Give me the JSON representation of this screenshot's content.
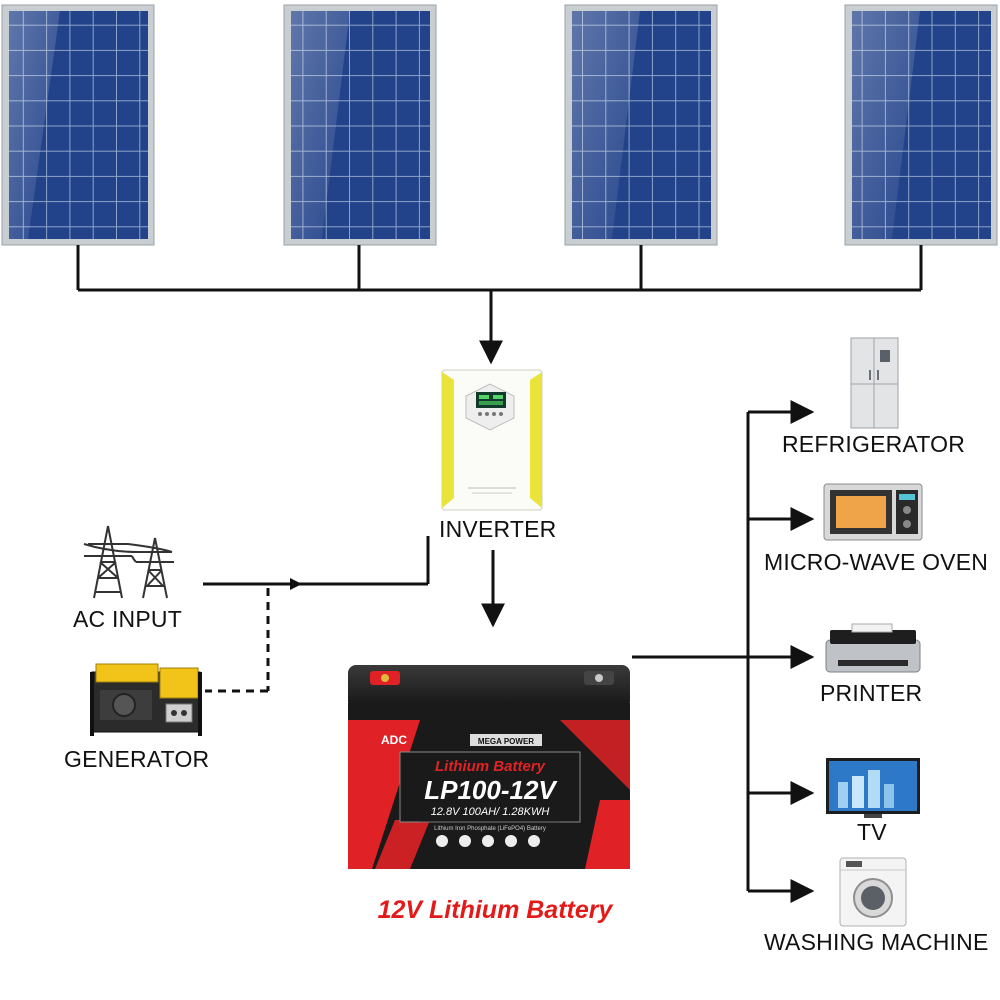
{
  "inverter": {
    "label": "INVERTER"
  },
  "ac_input": {
    "label": "AC INPUT"
  },
  "generator": {
    "label": "GENERATOR"
  },
  "battery": {
    "caption": "12V Lithium Battery",
    "brand": "ADC",
    "series": "MEGA POWER",
    "type_text": "Lithium Battery",
    "model": "LP100-12V",
    "spec": "12.8V 100AH/ 1.28KWH",
    "chemistry": "Lithium Iron Phosphate (LiFePO4) Battery"
  },
  "loads": {
    "refrigerator": "REFRIGERATOR",
    "microwave": "MICRO-WAVE OVEN",
    "printer": "PRINTER",
    "tv": "TV",
    "washing_machine": "WASHING MACHINE"
  },
  "colors": {
    "wire": "#111111",
    "panel_cell": "#1f3f86",
    "panel_frame": "#c9ced3",
    "inverter_accent": "#e9e33a",
    "battery_body": "#1a1a1a",
    "battery_red": "#e02226",
    "caption_red": "#e31a1a"
  },
  "icons": [
    "solar-panel-icon",
    "inverter-icon",
    "power-tower-icon",
    "generator-icon",
    "battery-icon",
    "refrigerator-icon",
    "microwave-icon",
    "printer-icon",
    "tv-icon",
    "washing-machine-icon"
  ]
}
